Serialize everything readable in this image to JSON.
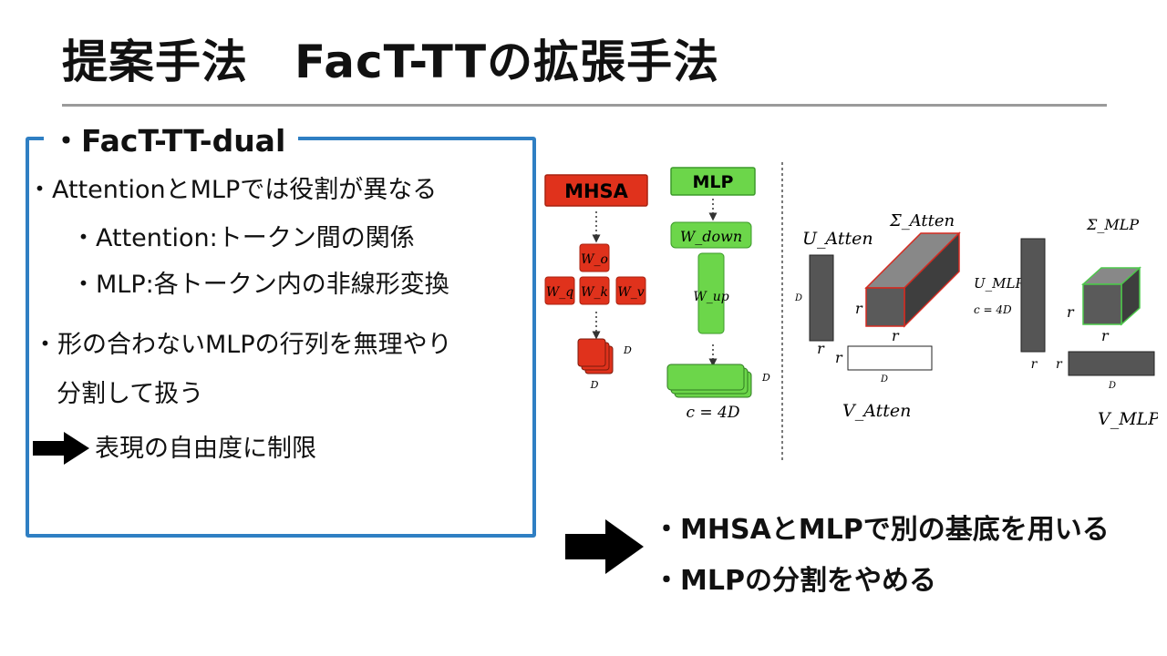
{
  "title": "提案手法　FacT-TTの拡張手法",
  "panel": {
    "heading": "・FacT-TT-dual",
    "bullets": [
      "・AttentionとMLPでは役割が異なる",
      "・Attention:トークン間の関係",
      "・MLP:各トークン内の非線形変換",
      "・形の合わないMLPの行列を無理やり",
      "分割して扱う"
    ],
    "result": "表現の自由度に制限"
  },
  "diagram": {
    "mhsa": {
      "label": "MHSA",
      "w_o": "W_o",
      "w_q": "W_q",
      "w_k": "W_k",
      "w_v": "W_v",
      "dim": "D",
      "fill": "#e0321c"
    },
    "mlp": {
      "label": "MLP",
      "w_down": "W_down",
      "w_up": "W_up",
      "dim": "D",
      "c_label": "c = 4D",
      "fill": "#6cd64a"
    },
    "atten": {
      "u_label": "U_Atten",
      "sigma_label": "Σ_Atten",
      "v_label": "V_Atten",
      "d": "D",
      "r": "r"
    },
    "mlp_decomp": {
      "u_label": "U_MLP",
      "c_label": "c = 4D",
      "sigma_label": "Σ_MLP",
      "v_label": "V_MLP",
      "d": "D",
      "r": "r"
    }
  },
  "conclusion": [
    "・MHSAとMLPで別の基底を用いる",
    "・MLPの分割をやめる"
  ],
  "colors": {
    "panel_border": "#2f7fc3",
    "cube_gray": "#5a5a5a",
    "cube_edge_red": "#d42a20",
    "cube_edge_green": "#4cc84a"
  }
}
